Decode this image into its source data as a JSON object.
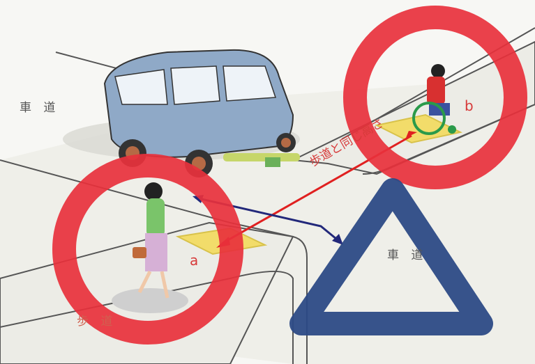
{
  "labels": {
    "road_top": "車 道",
    "road_right": "車 道",
    "sidewalk": "歩 道",
    "same_height": "歩道と同じ高さ",
    "marker_a": "a",
    "marker_b": "b"
  },
  "colors": {
    "circle": "#e8313c",
    "triangle": "#2c4a86",
    "red_arrow": "#e02020",
    "blue_arrow": "#22287a",
    "tactile_paving": "#f2dc6a",
    "car_body": "#8fa9c7"
  },
  "icons": [
    "car-icon",
    "pedestrian-woman-icon",
    "wheelchair-user-icon",
    "circle-mark-icon",
    "triangle-mark-icon"
  ]
}
